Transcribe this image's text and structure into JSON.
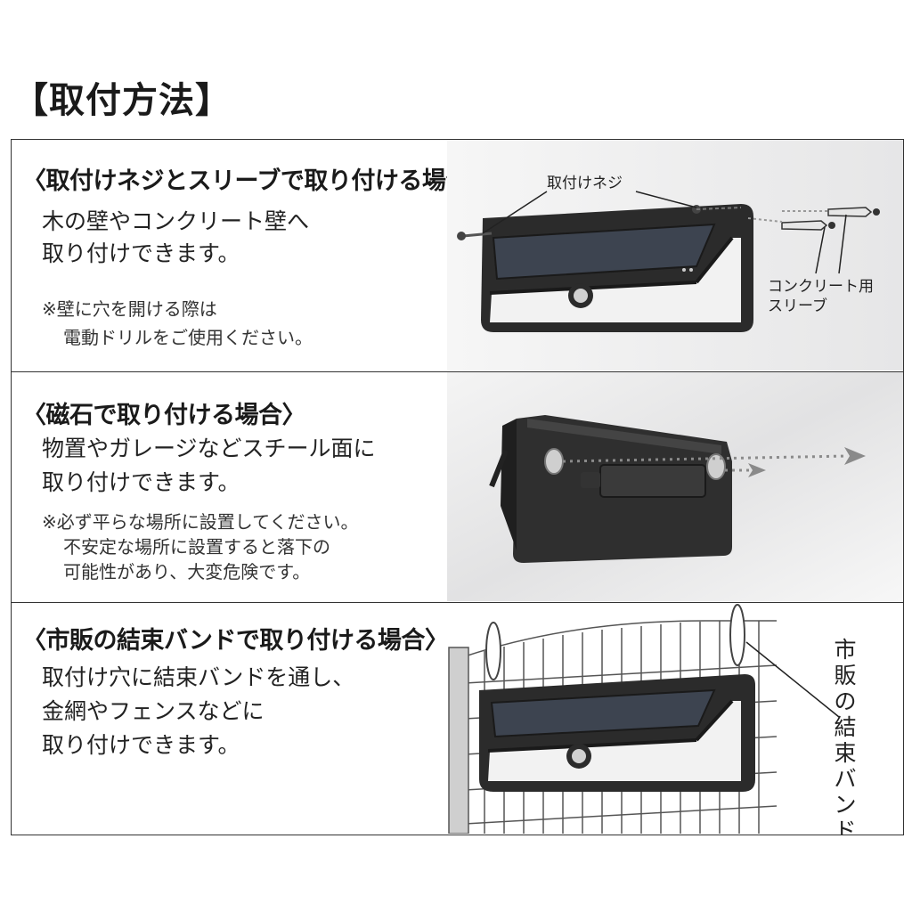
{
  "title": "【取付方法】",
  "sections": [
    {
      "heading": "〈取付けネジとスリーブで取り付ける場合〉",
      "desc": [
        "木の壁やコンクリート壁へ",
        "取り付けできます。"
      ],
      "note": [
        "※壁に穴を開ける際は",
        "電動ドリルをご使用ください。"
      ],
      "labels": {
        "screw": "取付けネジ",
        "sleeve_1": "コンクリート用",
        "sleeve_2": "スリーブ"
      }
    },
    {
      "heading": "〈磁石で取り付ける場合〉",
      "desc": [
        "物置やガレージなどスチール面に",
        "取り付けできます。"
      ],
      "note": [
        "※必ず平らな場所に設置してください。",
        "不安定な場所に設置すると落下の",
        "可能性があり、大変危険です。"
      ]
    },
    {
      "heading": "〈市販の結束バンドで取り付ける場合〉",
      "desc": [
        "取付け穴に結束バンドを通し、",
        "金網やフェンスなどに",
        "取り付けできます。"
      ],
      "labels": {
        "cable_tie_chars": [
          "市",
          "販",
          "の",
          "結",
          "束",
          "バ",
          "ン",
          "ド"
        ]
      }
    }
  ],
  "colors": {
    "border": "#333333",
    "device": "#2b2b2b",
    "panel": "#3d4450",
    "lamp": "#f2f2f2",
    "backdrop": "#e9e9ea"
  }
}
